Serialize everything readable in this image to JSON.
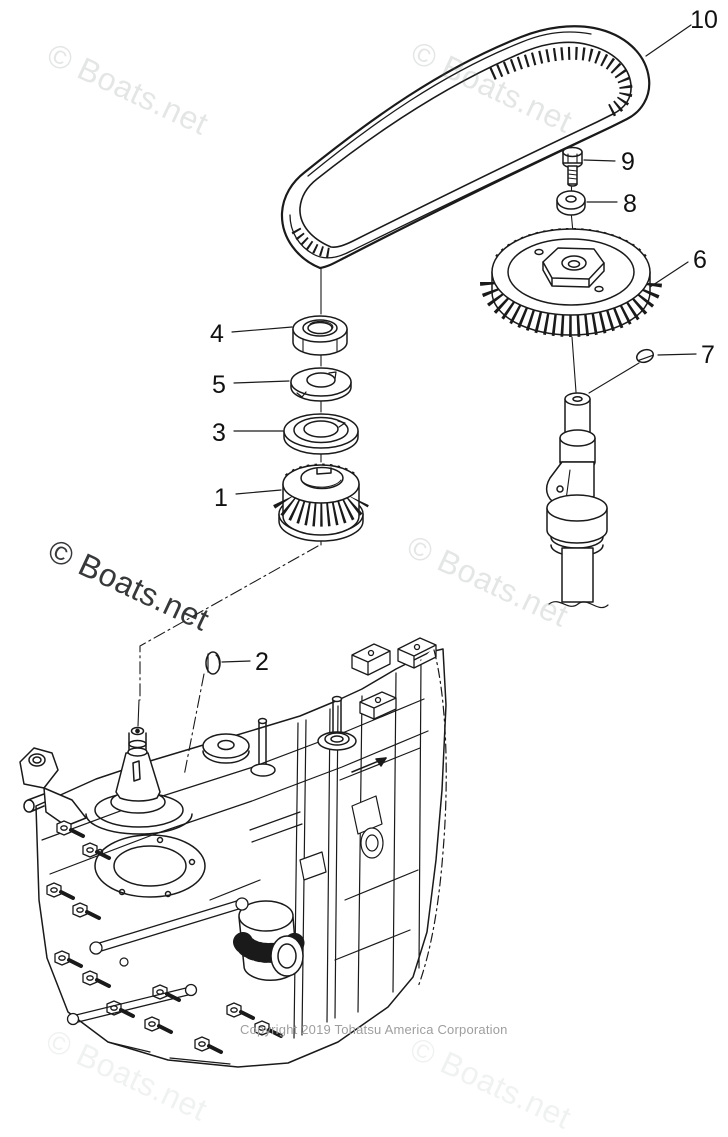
{
  "watermark": {
    "text": "© Boats.net"
  },
  "copyright": "Copyright 2019 Tohatsu America Corporation",
  "callouts": [
    {
      "n": "1"
    },
    {
      "n": "2"
    },
    {
      "n": "3"
    },
    {
      "n": "4"
    },
    {
      "n": "5"
    },
    {
      "n": "6"
    },
    {
      "n": "7"
    },
    {
      "n": "8"
    },
    {
      "n": "9"
    },
    {
      "n": "10"
    }
  ],
  "colors": {
    "line": "#1a1a1a",
    "copyright_text": "#9e9e9e",
    "watermark_light": "#d4d8d4",
    "watermark_dark": "#2a2c2e",
    "watermark_faint": "#e8ece8"
  }
}
